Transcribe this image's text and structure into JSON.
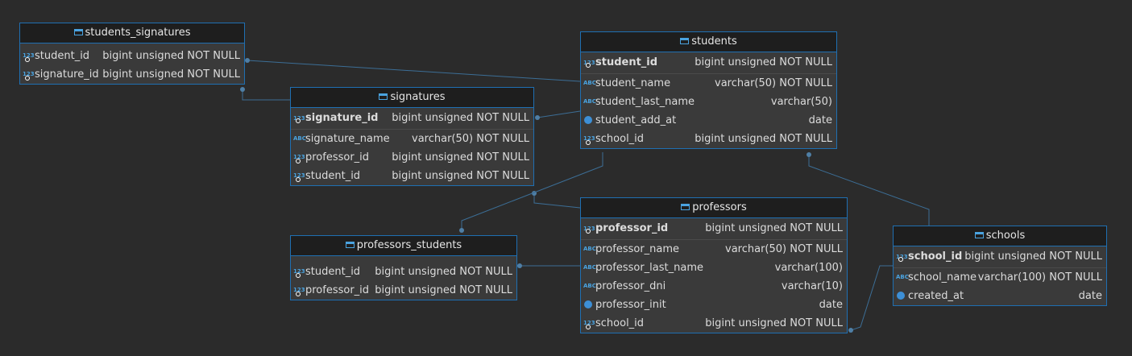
{
  "diagram": {
    "tables": [
      {
        "id": "students_signatures",
        "title": "students_signatures",
        "columns": [
          {
            "name": "student_id",
            "type": "bigint unsigned NOT NULL",
            "kind": "num",
            "fk": true
          },
          {
            "name": "signature_id",
            "type": "bigint unsigned NOT NULL",
            "kind": "num",
            "fk": true
          }
        ]
      },
      {
        "id": "signatures",
        "title": "signatures",
        "columns": [
          {
            "name": "signature_id",
            "type": "bigint unsigned NOT NULL",
            "kind": "num",
            "pk": true
          },
          {
            "name": "signature_name",
            "type": "varchar(50) NOT NULL",
            "kind": "text"
          },
          {
            "name": "professor_id",
            "type": "bigint unsigned NOT NULL",
            "kind": "num",
            "fk": true
          },
          {
            "name": "student_id",
            "type": "bigint unsigned NOT NULL",
            "kind": "num",
            "fk": true
          }
        ]
      },
      {
        "id": "students",
        "title": "students",
        "columns": [
          {
            "name": "student_id",
            "type": "bigint unsigned NOT NULL",
            "kind": "num",
            "pk": true
          },
          {
            "name": "student_name",
            "type": "varchar(50) NOT NULL",
            "kind": "text"
          },
          {
            "name": "student_last_name",
            "type": "varchar(50)",
            "kind": "text"
          },
          {
            "name": "student_add_at",
            "type": "date",
            "kind": "date"
          },
          {
            "name": "school_id",
            "type": "bigint unsigned NOT NULL",
            "kind": "num",
            "fk": true
          }
        ]
      },
      {
        "id": "professors_students",
        "title": "professors_students",
        "columns": [
          {
            "name": "student_id",
            "type": "bigint unsigned NOT NULL",
            "kind": "num",
            "fk": true
          },
          {
            "name": "professor_id",
            "type": "bigint unsigned NOT NULL",
            "kind": "num",
            "fk": true
          }
        ]
      },
      {
        "id": "professors",
        "title": "professors",
        "columns": [
          {
            "name": "professor_id",
            "type": "bigint unsigned NOT NULL",
            "kind": "num",
            "pk": true
          },
          {
            "name": "professor_name",
            "type": "varchar(50) NOT NULL",
            "kind": "text"
          },
          {
            "name": "professor_last_name",
            "type": "varchar(100)",
            "kind": "text"
          },
          {
            "name": "professor_dni",
            "type": "varchar(10)",
            "kind": "text"
          },
          {
            "name": "professor_init",
            "type": "date",
            "kind": "date"
          },
          {
            "name": "school_id",
            "type": "bigint unsigned NOT NULL",
            "kind": "num",
            "fk": true
          }
        ]
      },
      {
        "id": "schools",
        "title": "schools",
        "columns": [
          {
            "name": "school_id",
            "type": "bigint unsigned NOT NULL",
            "kind": "num",
            "pk": true
          },
          {
            "name": "school_name",
            "type": "varchar(100) NOT NULL",
            "kind": "text"
          },
          {
            "name": "created_at",
            "type": "date",
            "kind": "date"
          }
        ]
      }
    ],
    "icons": {
      "num": "123",
      "text": "ABC"
    },
    "colors": {
      "background": "#2b2b2b",
      "table_border": "#1f6fb2",
      "link": "#3c6e96",
      "accent": "#4aa3e0"
    }
  }
}
